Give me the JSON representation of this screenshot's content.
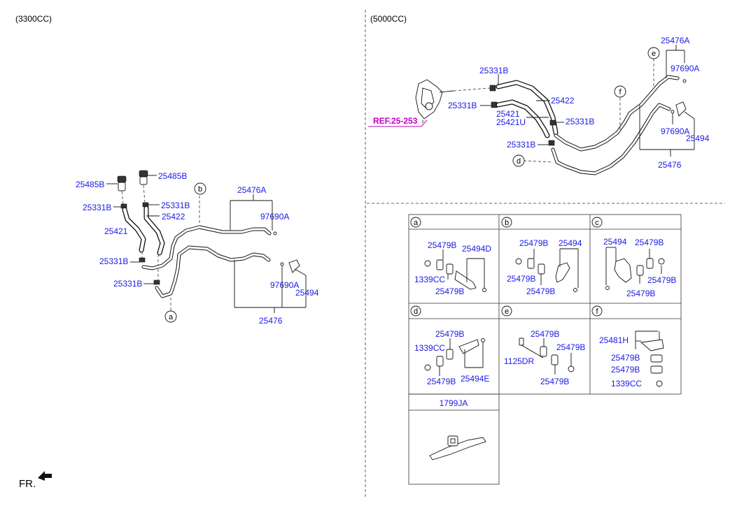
{
  "sections": {
    "left_title": "(3300CC)",
    "right_title": "(5000CC)"
  },
  "left_labels": {
    "l1": "25485B",
    "l2": "25485B",
    "l3": "25331B",
    "l4": "25331B",
    "l5": "25422",
    "l6": "25421",
    "l7": "25476A",
    "l8": "97690A",
    "l9": "25331B",
    "l10": "25331B",
    "l11": "97690A",
    "l12": "25494",
    "l13": "25476"
  },
  "left_callouts": {
    "a": "a",
    "b": "b"
  },
  "right_labels": {
    "r1": "25476A",
    "r2": "97690A",
    "r3": "25331B",
    "r4": "25422",
    "r5": "25331B",
    "r6": "25421",
    "r7": "25421U",
    "r8": "25331B",
    "r9": "25331B",
    "r10": "97690A",
    "r11": "25494",
    "r12": "25476"
  },
  "reference": "REF.25-253",
  "right_callouts": {
    "d": "d",
    "e": "e",
    "f": "f"
  },
  "detail_table": {
    "a": {
      "id": "a",
      "labels": [
        "25479B",
        "25494D",
        "1339CC",
        "25479B"
      ]
    },
    "b": {
      "id": "b",
      "labels": [
        "25479B",
        "25494",
        "25479B",
        "25479B"
      ]
    },
    "c": {
      "id": "c",
      "labels": [
        "25494",
        "25479B",
        "25479B",
        "25479B"
      ]
    },
    "d": {
      "id": "d",
      "labels": [
        "25479B",
        "1339CC",
        "25479B",
        "25494E"
      ]
    },
    "e": {
      "id": "e",
      "labels": [
        "25479B",
        "1125DR",
        "25479B",
        "25479B"
      ]
    },
    "f": {
      "id": "f",
      "labels": [
        "25481H",
        "25479B",
        "25479B",
        "1339CC"
      ]
    },
    "g": {
      "label": "1799JA"
    }
  },
  "direction_label": "FR.",
  "colors": {
    "part_number": "#1a1ae6",
    "reference": "#c000c0",
    "lines": "#111111"
  }
}
